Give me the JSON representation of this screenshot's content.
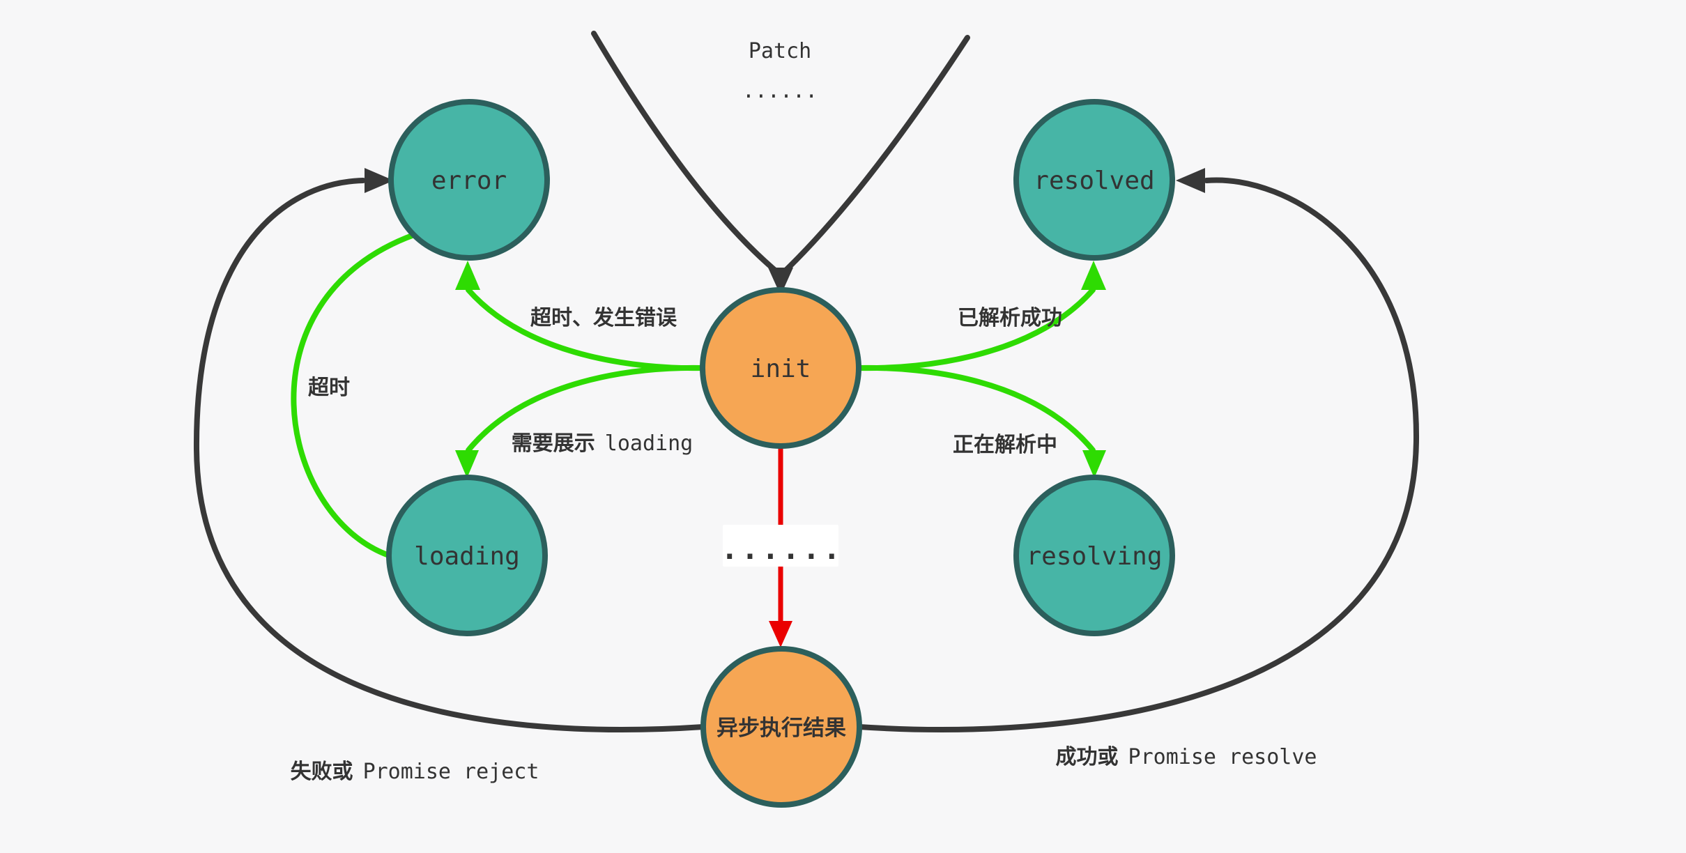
{
  "colors": {
    "background": "#f7f7f8",
    "teal": "#47b5a6",
    "orange": "#f6a654",
    "node_border": "#2c5f5c",
    "green": "#2edb02",
    "red": "#ea0000",
    "black": "#383838",
    "text": "#333333",
    "label_box": "#ffffff"
  },
  "nodes": {
    "init": {
      "label": "init"
    },
    "error": {
      "label": "error"
    },
    "resolved": {
      "label": "resolved"
    },
    "loading": {
      "label": "loading"
    },
    "resolving": {
      "label": "resolving"
    },
    "async_result": {
      "label": "异步执行结果"
    }
  },
  "labels": {
    "patch": "Patch",
    "patch_dots": "......",
    "timeout_or_error": "超时、发生错误",
    "parsed_success": "已解析成功",
    "need_loading_zh": "需要展示",
    "need_loading_en": "loading",
    "parsing": "正在解析中",
    "timeout": "超时",
    "middle_dots": "......",
    "fail_zh": "失败或",
    "fail_en": "Promise reject",
    "success_zh": "成功或",
    "success_en": "Promise resolve"
  }
}
